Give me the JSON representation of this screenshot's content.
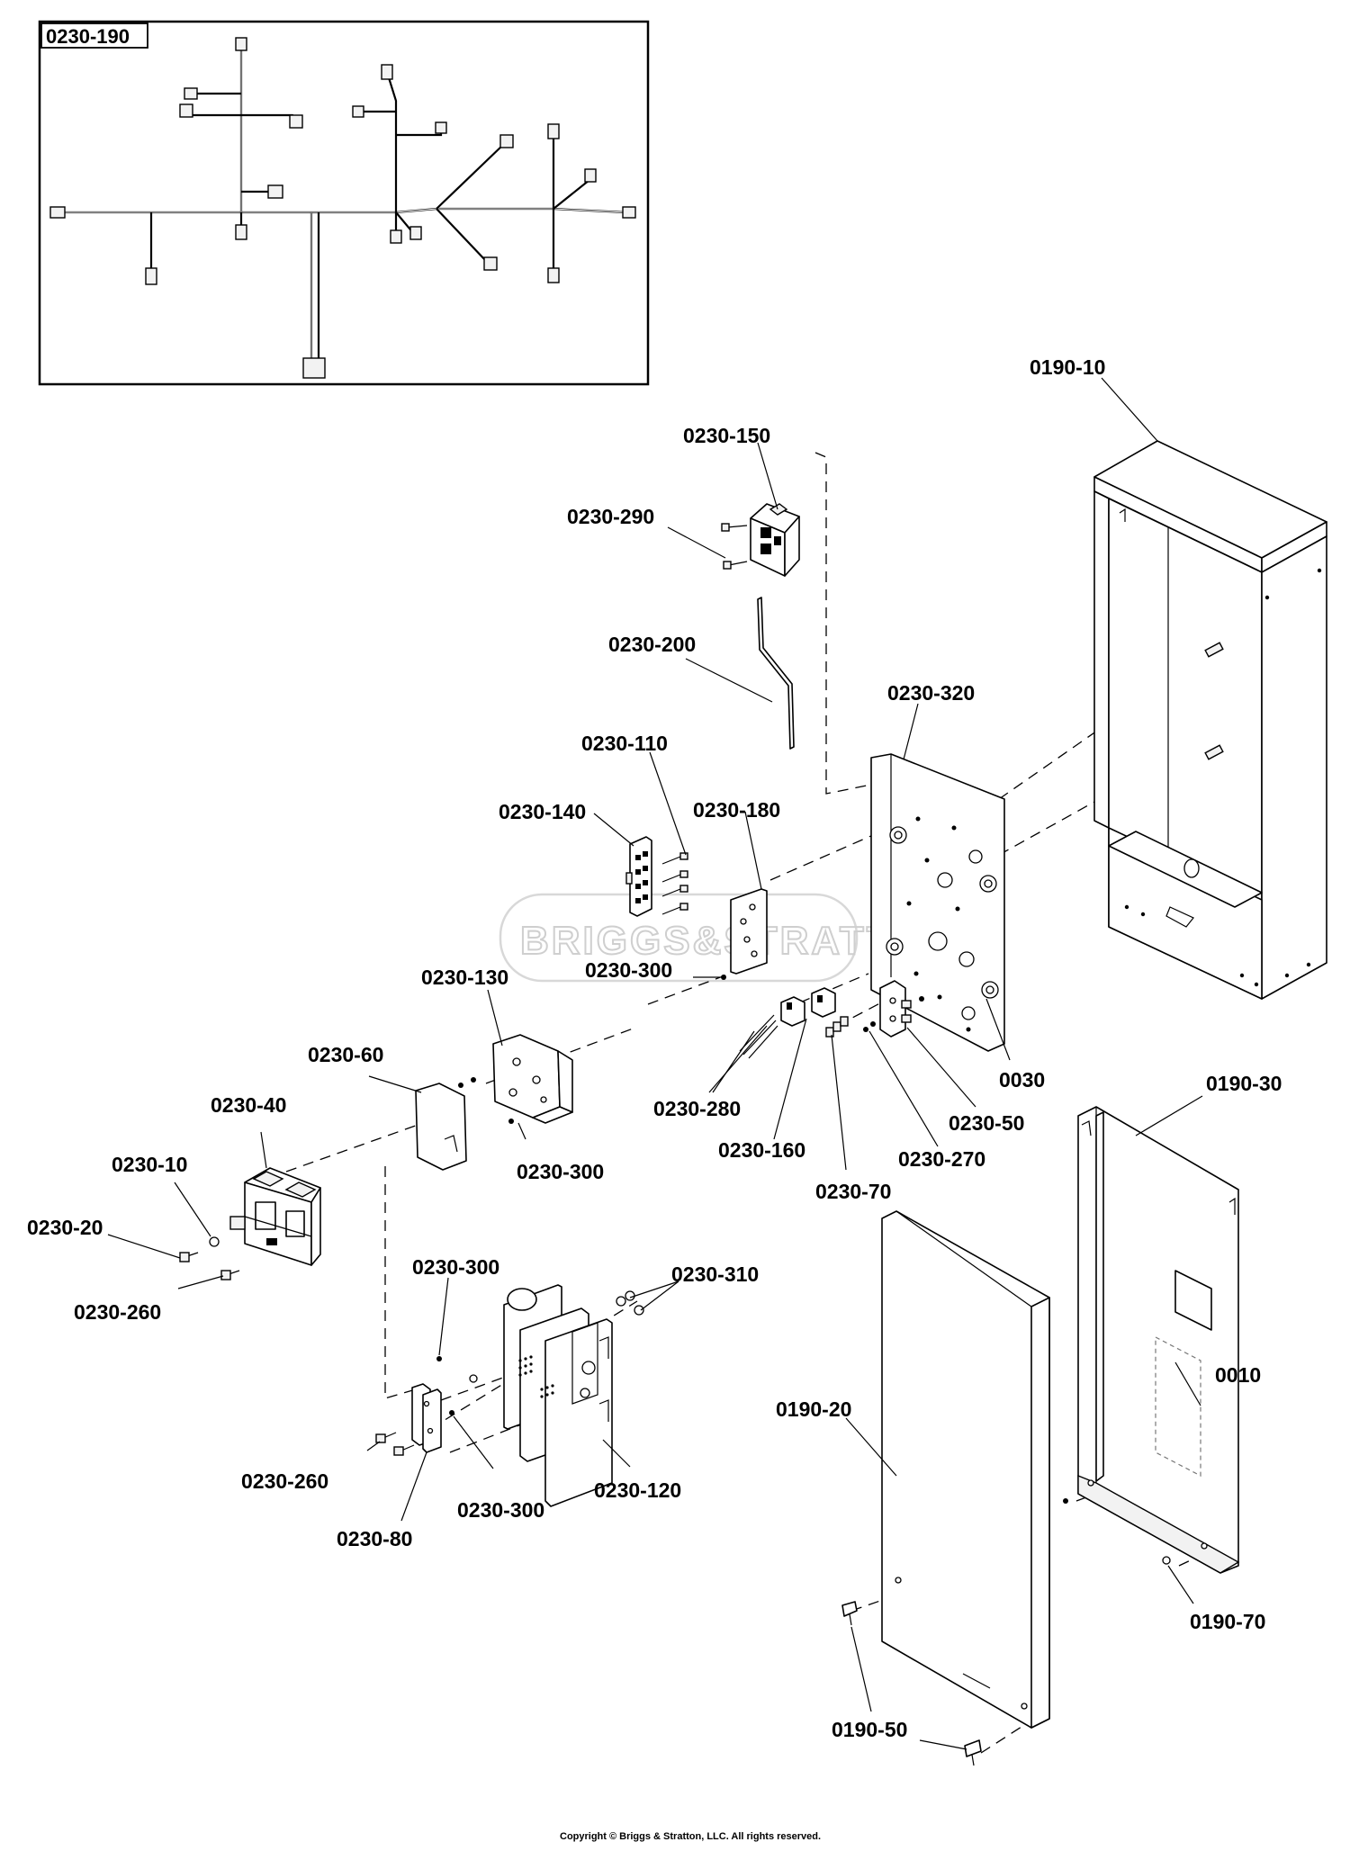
{
  "diagram": {
    "inset_label": "0230-190",
    "watermark": "BRIGGS&STRATTON",
    "copyright": "Copyright © Briggs & Stratton, LLC. All rights reserved.",
    "callouts": {
      "c019010": "0190-10",
      "c0230150": "0230-150",
      "c0230290": "0230-290",
      "c0230200": "0230-200",
      "c0230320": "0230-320",
      "c0230110": "0230-110",
      "c0230140": "0230-140",
      "c0230180": "0230-180",
      "c0230300a": "0230-300",
      "c0230130": "0230-130",
      "c023060": "0230-60",
      "c023040": "0230-40",
      "c023010": "0230-10",
      "c023020": "0230-20",
      "c0230260a": "0230-260",
      "c0230300b": "0230-300",
      "c0230280": "0230-280",
      "c0230160": "0230-160",
      "c023070": "0230-70",
      "c0230270": "0230-270",
      "c023050": "0230-50",
      "c0030": "0030",
      "c019030": "0190-30",
      "c0230300c": "0230-300",
      "c0230310": "0230-310",
      "c0230260b": "0230-260",
      "c023080": "0230-80",
      "c0230300d": "0230-300",
      "c0230120": "0230-120",
      "c019020": "0190-20",
      "c0010": "0010",
      "c019070": "0190-70",
      "c019050": "0190-50"
    }
  }
}
